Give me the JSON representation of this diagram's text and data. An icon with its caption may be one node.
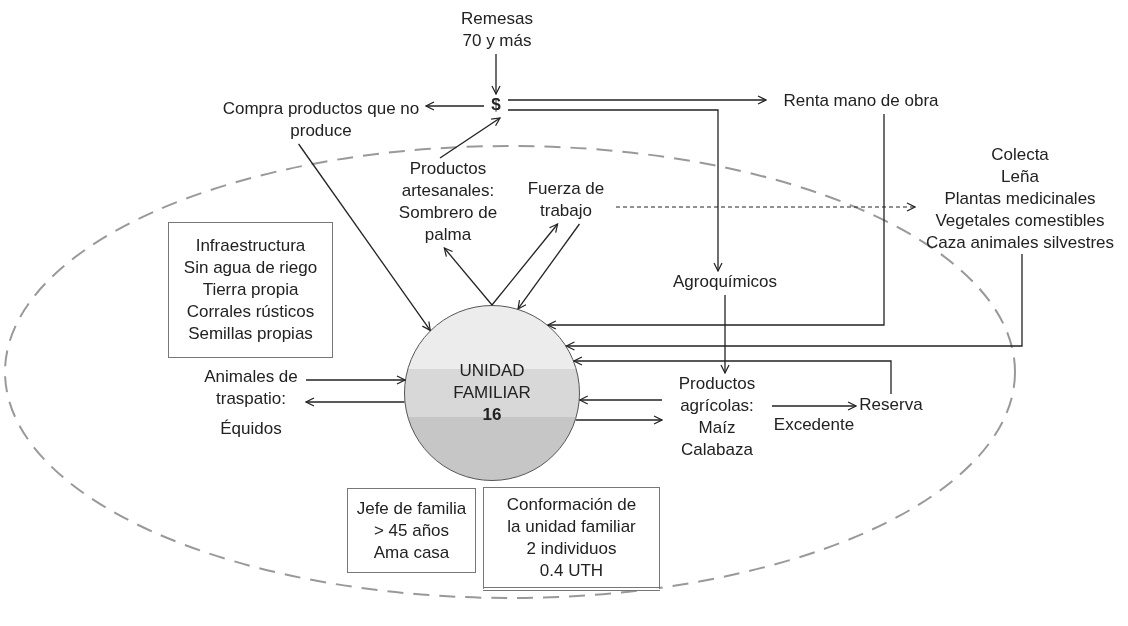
{
  "diagram": {
    "nodes": [
      {
        "text": [
          "Remesas 70 y más"
        ]
      },
      {
        "text": [
          "$"
        ]
      },
      {
        "text": [
          "Compra productos que no produce"
        ]
      },
      {
        "text": [
          "Renta mano de obra"
        ]
      },
      {
        "text": [
          "Productos artesanales: Sombrero de palma"
        ]
      },
      {
        "text": [
          "Fuerza de trabajo"
        ]
      },
      {
        "text": [
          "Colecta",
          "Leña",
          "Plantas medicinales",
          "Vegetales comestibles",
          "Caza animales silvestres"
        ]
      },
      {
        "text": [
          "Infraestructura",
          "Sin agua de riego",
          "Tierra propia",
          "Corrales rústicos",
          "Semillas propias"
        ]
      },
      {
        "text": [
          "Agroquímicos"
        ]
      },
      {
        "text": [
          "UNIDAD FAMILIAR",
          "16"
        ]
      },
      {
        "text": [
          "Animales de traspatio:",
          "Équidos"
        ]
      },
      {
        "text": [
          "Productos agrícolas: Maíz Calabaza"
        ]
      },
      {
        "text": [
          "Reserva"
        ]
      },
      {
        "text": [
          "Jefe de familia",
          "> 45 años",
          "Ama casa"
        ]
      },
      {
        "text": [
          "Conformación de la unidad familiar",
          "2 individuos",
          "0.4 UTH"
        ]
      }
    ],
    "edges": [
      {
        "from": 0,
        "to": 1,
        "arrow": "to"
      },
      {
        "from": 1,
        "to": 2,
        "arrow": "to"
      },
      {
        "from": 1,
        "to": 3,
        "arrow": "to"
      },
      {
        "from": 1,
        "to": 8,
        "arrow": "to"
      },
      {
        "from": 2,
        "to": 9,
        "arrow": "to"
      },
      {
        "from": 4,
        "to": 1,
        "arrow": "to"
      },
      {
        "from": 9,
        "to": 4,
        "arrow": "to"
      },
      {
        "from": 9,
        "to": 5,
        "arrow": "to"
      },
      {
        "from": 5,
        "to": 9,
        "arrow": "to"
      },
      {
        "from": 5,
        "to": 6,
        "arrow": "to",
        "style": "dashed"
      },
      {
        "from": 3,
        "to": 9,
        "arrow": "to"
      },
      {
        "from": 6,
        "to": 9,
        "arrow": "to"
      },
      {
        "from": 12,
        "to": 9,
        "arrow": "to"
      },
      {
        "from": 10,
        "to": 9,
        "arrow": "to"
      },
      {
        "from": 9,
        "to": 10,
        "arrow": "to"
      },
      {
        "from": 11,
        "to": 9,
        "arrow": "to"
      },
      {
        "from": 9,
        "to": 11,
        "arrow": "to"
      },
      {
        "from": 8,
        "to": 11,
        "arrow": "to"
      },
      {
        "from": 11,
        "to": 12,
        "arrow": "to",
        "label": "Excedente"
      }
    ]
  }
}
